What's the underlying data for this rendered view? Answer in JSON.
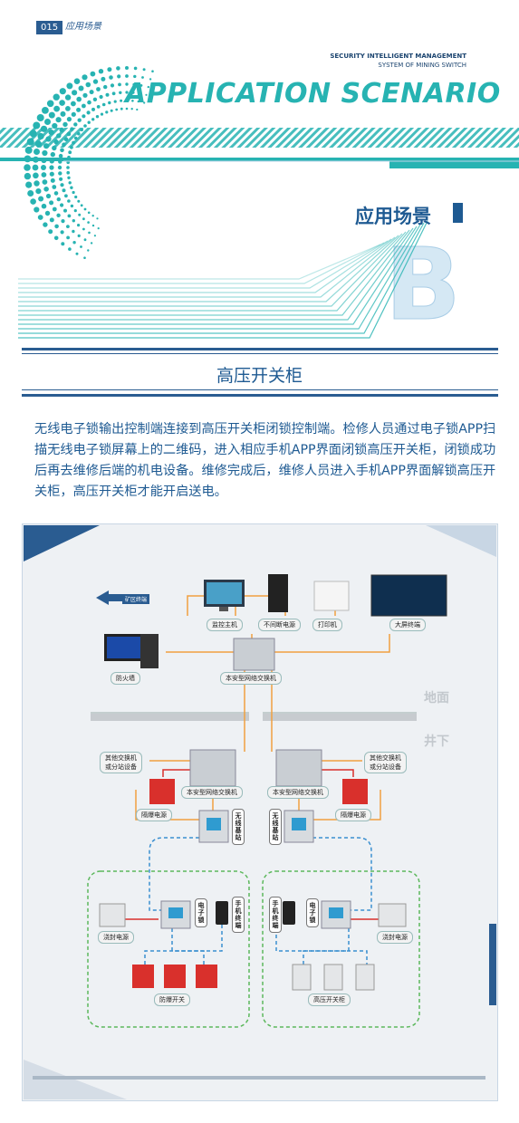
{
  "header": {
    "page_number": "015",
    "page_title": "应用场景",
    "subtitle_line1": "SECURITY INTELLIGENT MANAGEMENT",
    "subtitle_line2": "SYSTEM OF MINING SWITCH",
    "main_title": "APPLICATION SCENARIO",
    "section_title": "应用场景",
    "section_letter": "B"
  },
  "topic": {
    "title": "高压开关柜"
  },
  "description": "无线电子锁输出控制端连接到高压开关柜闭锁控制端。检修人员通过电子锁APP扫描无线电子锁屏幕上的二维码，进入相应手机APP界面闭锁高压开关柜，闭锁成功后再去维修后端的机电设备。维修完成后，维修人员进入手机APP界面解锁高压开关柜，高压开关柜才能开启送电。",
  "diagram": {
    "mine_terminal": "矿区终端",
    "monitor_host": "监控主机",
    "ups": "不间断电源",
    "printer": "打印机",
    "big_screen": "大屏终端",
    "firewall": "防火墙",
    "switch_top": "本安型网络交换机",
    "ground": "地面",
    "underground": "井下",
    "other_switch_left": "其他交换机\n或分站设备",
    "other_switch_right": "其他交换机\n或分站设备",
    "switch_left": "本安型网络交换机",
    "switch_right": "本安型网络交换机",
    "power_left": "隔爆电源",
    "power_right": "隔爆电源",
    "base_left": "无线基站",
    "base_right": "无线基站",
    "elock_left": "电子锁",
    "elock_right": "电子锁",
    "phone_left": "手机终端",
    "phone_right": "手机终端",
    "flow_power_left": "浇封电源",
    "flow_power_right": "浇封电源",
    "explosion_switch": "防爆开关",
    "hv_cabinet": "高压开关柜"
  },
  "colors": {
    "accent_teal": "#27b3b2",
    "brand_blue": "#1e5a92",
    "orange_line": "#f0a040",
    "blue_dash": "#3a8fd0",
    "green_dash": "#5cb85c",
    "red_device": "#d9302c"
  }
}
